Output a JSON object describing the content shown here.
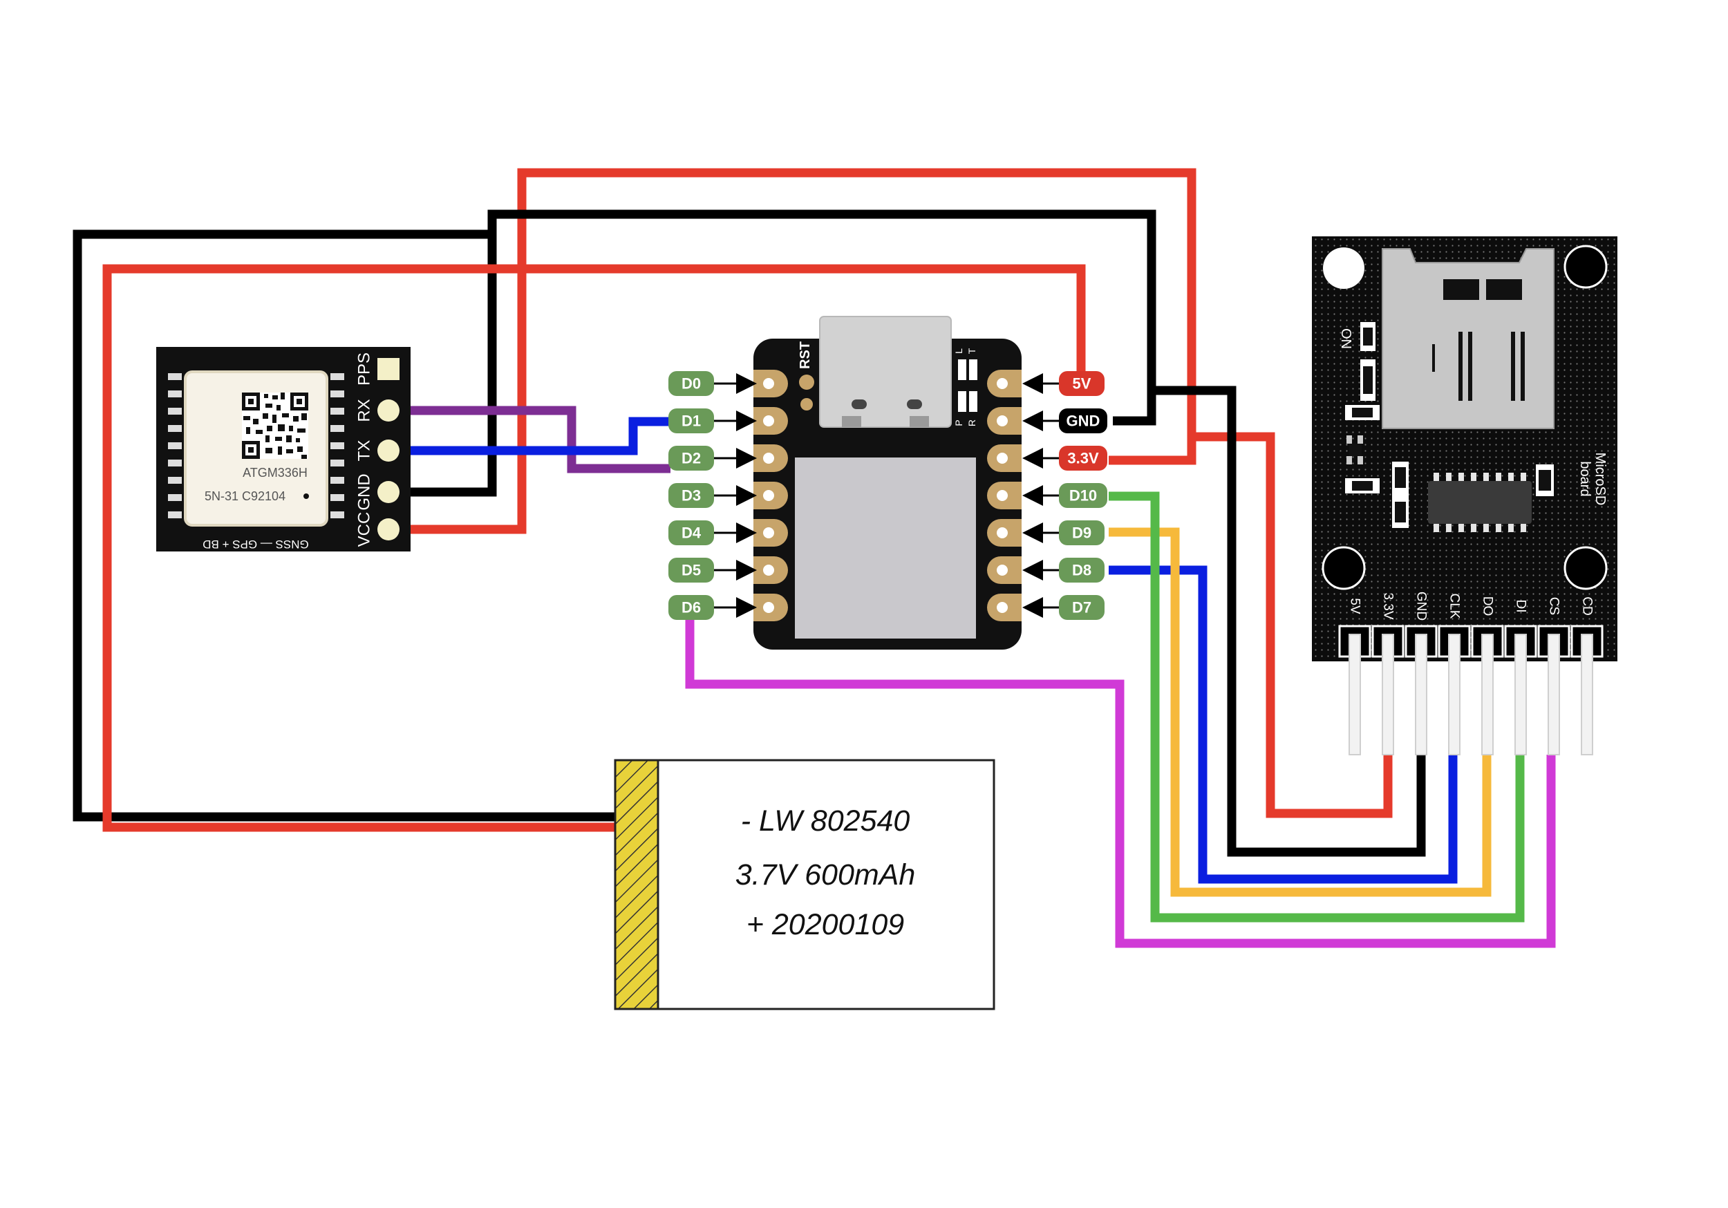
{
  "colors": {
    "wire_5v": "#e53a2b",
    "wire_gnd": "#000000",
    "wire_rx": "#7d2e93",
    "wire_tx": "#0a1fe0",
    "wire_clk": "#0a1fe0",
    "wire_do": "#f6b93b",
    "wire_di": "#55b949",
    "wire_cs": "#d03ad6",
    "label_green": "#6a9a58",
    "label_red": "#d9362a",
    "label_black": "#000000",
    "board_black": "#111111",
    "pad_gold": "#c7a46a"
  },
  "gps": {
    "pins": [
      "PPS",
      "RX",
      "TX",
      "GND",
      "VCC"
    ],
    "chip_model": "ATGM336H",
    "chip_code": "5N-31  C92104",
    "edge_text": "GNSS — GPS + BD",
    "icons": [
      "qr-code-icon"
    ]
  },
  "xiao": {
    "reset_label": "RST",
    "led_labels": [
      "L",
      "T",
      "P",
      "R"
    ],
    "left_pins": [
      "D0",
      "D1",
      "D2",
      "D3",
      "D4",
      "D5",
      "D6"
    ],
    "right_pins": [
      "5V",
      "GND",
      "3.3V",
      "D10",
      "D9",
      "D8",
      "D7"
    ]
  },
  "sd": {
    "title": "MicroSD\nboard",
    "title_lines": [
      "MicroSD",
      "board"
    ],
    "on_label": "ON",
    "pins": [
      "5V",
      "3.3V",
      "GND",
      "CLK",
      "DO",
      "DI",
      "CS",
      "CD"
    ]
  },
  "battery": {
    "lines": [
      "- LW 802540",
      "3.7V 600mAh",
      "+ 20200109"
    ]
  }
}
